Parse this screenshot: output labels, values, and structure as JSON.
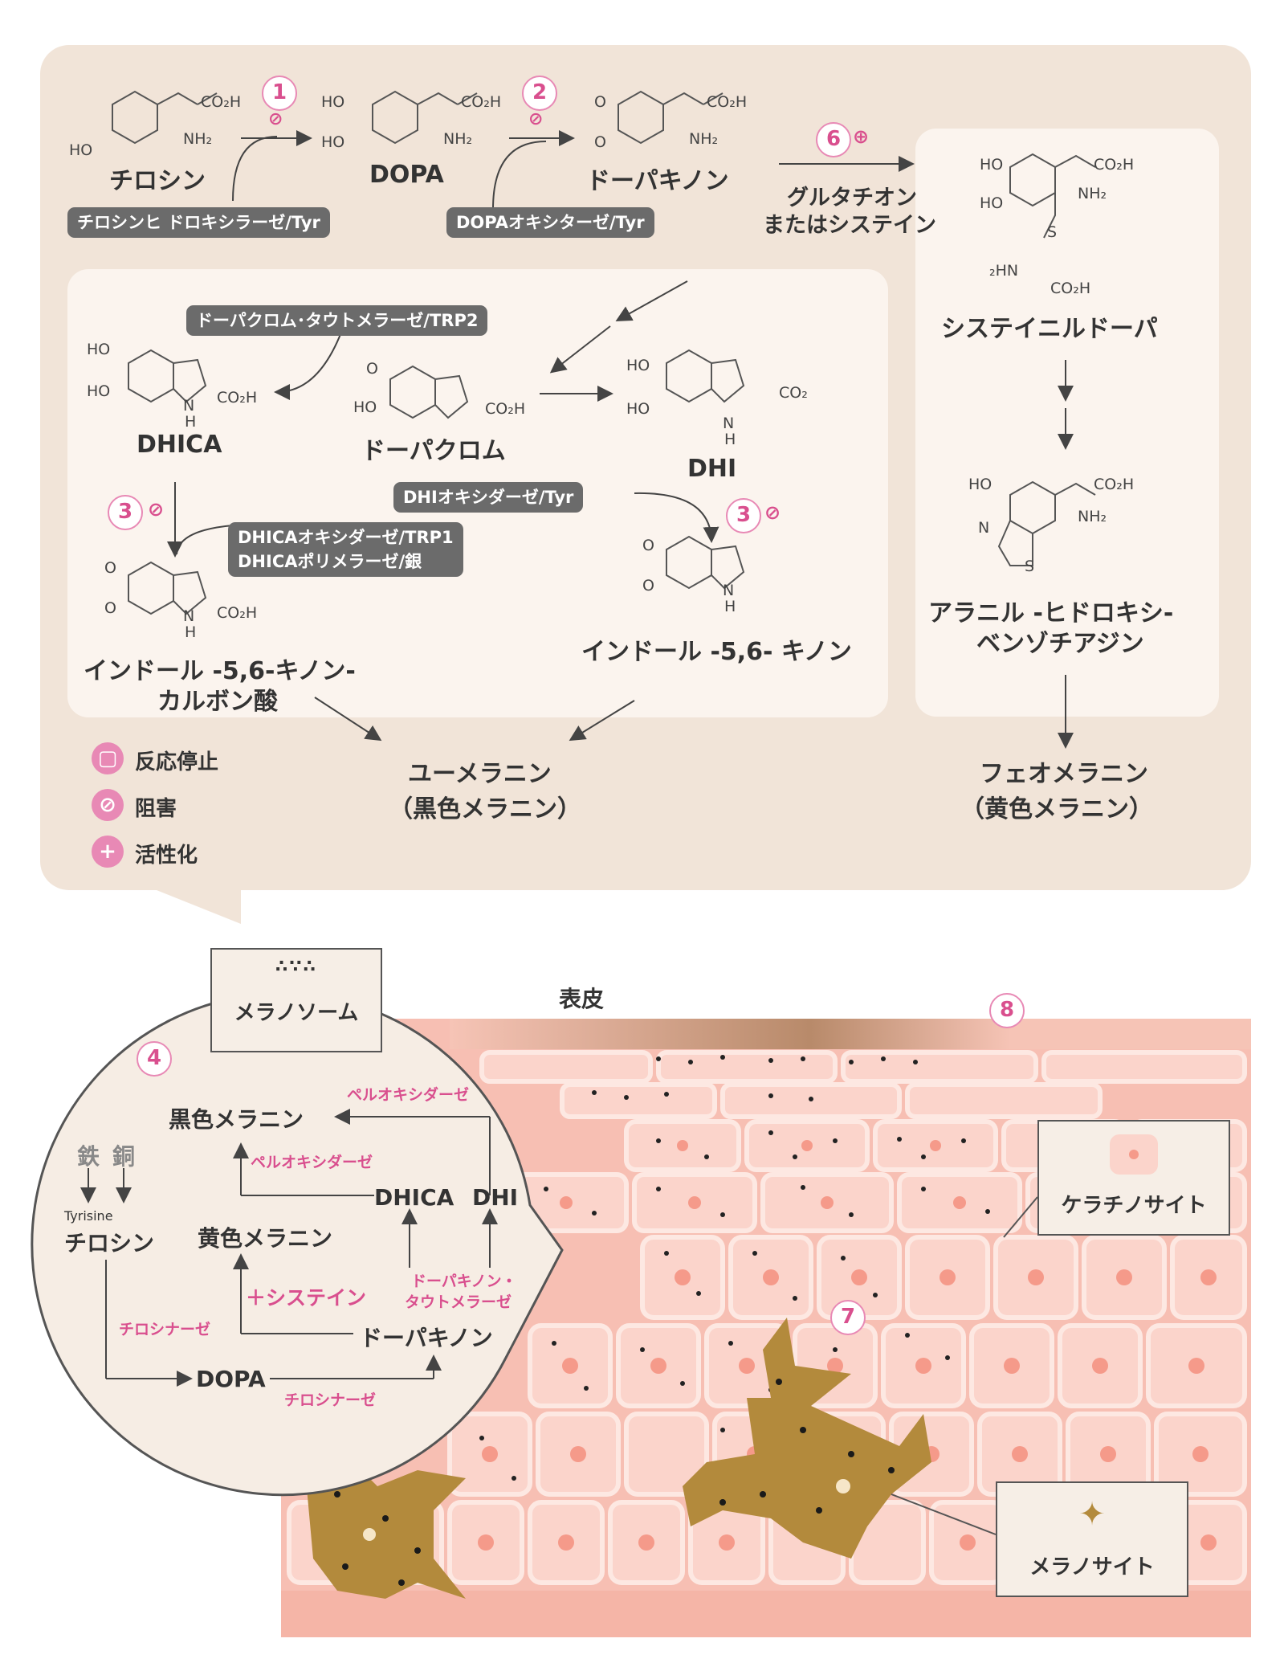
{
  "pathway": {
    "tyrosine": "チロシン",
    "dopa": "DOPA",
    "dopaquinone": "ドーパキノン",
    "glut_line1": "グルタチオン",
    "glut_line2": "またはシステイン",
    "cysteinyldopa": "システイニルドーパ",
    "alanyl_line1": "アラニル -ヒドロキシ-",
    "alanyl_line2": "ベンゾチアジン",
    "pheo_line1": "フェオメラニン",
    "pheo_line2": "（黄色メラニン）",
    "eu_line1": "ユーメラニン",
    "eu_line2": "（黒色メラニン）",
    "dhica": "DHICA",
    "dopachrome": "ドーパクロム",
    "dhi": "DHI",
    "idq_carb_line1": "インドール -5,6-キノン-",
    "idq_carb_line2": "カルボン酸",
    "idq": "インドール -5,6- キノン",
    "co2": "CO₂"
  },
  "enzymes": {
    "tyr_hydroxylase": "チロシンヒ ドロキシラーゼ/Tyr",
    "dopa_oxidase": "DOPAオキシターゼ/Tyr",
    "tautomerase": "ドーパクロム･タウトメラーゼ/TRP2",
    "dhi_oxidase": "DHIオキシダーゼ/Tyr",
    "dhica_line1": "DHICAオキシダーゼ/TRP1",
    "dhica_line2": "DHICAポリメラーゼ/銀"
  },
  "markers": {
    "m1": "1",
    "m2": "2",
    "m3": "3",
    "m4": "4",
    "m6": "6",
    "m7": "7",
    "m8": "8"
  },
  "legend": {
    "stop": "反応停止",
    "inhibit": "阻害",
    "activate": "活性化"
  },
  "bubble": {
    "melanosome": "メラノソーム",
    "black": "黒色メラニン",
    "yellow": "黄色メラニン",
    "peroxidase_top": "ペルオキシダーゼ",
    "peroxidase_mid": "ペルオキシダーゼ",
    "dhica": "DHICA",
    "dhi": "DHI",
    "iron": "鉄",
    "copper": "銅",
    "tyrisine": "Tyrisine",
    "tyrosine": "チロシン",
    "cysteine": "＋システイン",
    "taut_line1": "ドーパキノン・",
    "taut_line2": "タウトメラーゼ",
    "tyrosinase_left": "チロシナーゼ",
    "dopaquinone": "ドーパキノン",
    "dopa": "DOPA",
    "tyrosinase_bottom": "チロシナーゼ"
  },
  "skin": {
    "epidermis": "表皮",
    "keratinocyte": "ケラチノサイト",
    "melanocyte": "メラノサイト"
  },
  "colors": {
    "panel": "#f1e4d8",
    "inner": "#fbf4ee",
    "pill": "#6b6b6b",
    "accent": "#d94f8e",
    "skin": "#f7bfb3",
    "cell_border": "#fbdcd4",
    "melanocyte": "#b38a3c"
  }
}
